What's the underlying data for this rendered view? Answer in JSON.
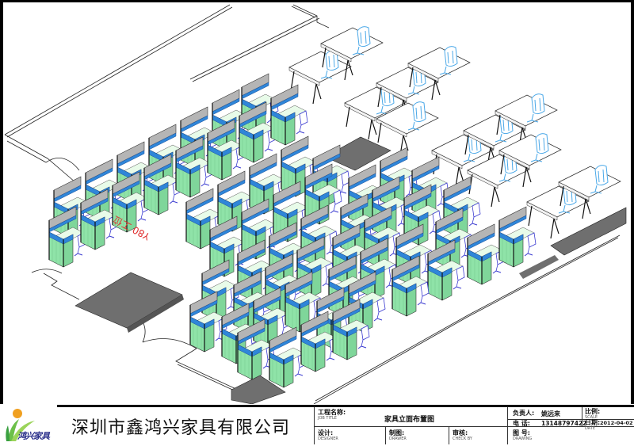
{
  "drawing": {
    "floor_label": "Y80 工位",
    "colors": {
      "panel_green": "#8fe3a8",
      "panel_blue": "#2f86d8",
      "panel_gray": "#9a9a9a",
      "chair_blue": "#3a3ad0",
      "chair_lightblue": "#4aa8e8",
      "slab_gray": "#6f6f6f",
      "label_red": "#e03030"
    },
    "zones": [
      {
        "name": "workstation-cluster",
        "count_label": "80 工位"
      },
      {
        "name": "training-desks",
        "rows": 4
      }
    ]
  },
  "title_block": {
    "company": "深圳市鑫鸿兴家具有限公司",
    "logo_text": "鸿兴家具",
    "job_title_label": "工程名称:",
    "job_title_en": "JOB TITLE",
    "job_title_value": "家具立面布置图",
    "designer_label": "设计:",
    "designer_en": "DESIGNER",
    "drawer_label": "制图:",
    "drawer_en": "DRAWER",
    "checker_label": "审核:",
    "checker_en": "CHECK BY",
    "manager_label": "负责人:",
    "manager_value": "姚远来",
    "phone_label": "电  话:",
    "phone_value": "13148797422",
    "drawing_no_label": "图  号:",
    "drawing_no_en": "DRAWING",
    "scale_label": "比例:",
    "scale_en": "SCALE",
    "date_label": "日期:",
    "date_value": "2012-04-02",
    "date_en": "DATE"
  }
}
